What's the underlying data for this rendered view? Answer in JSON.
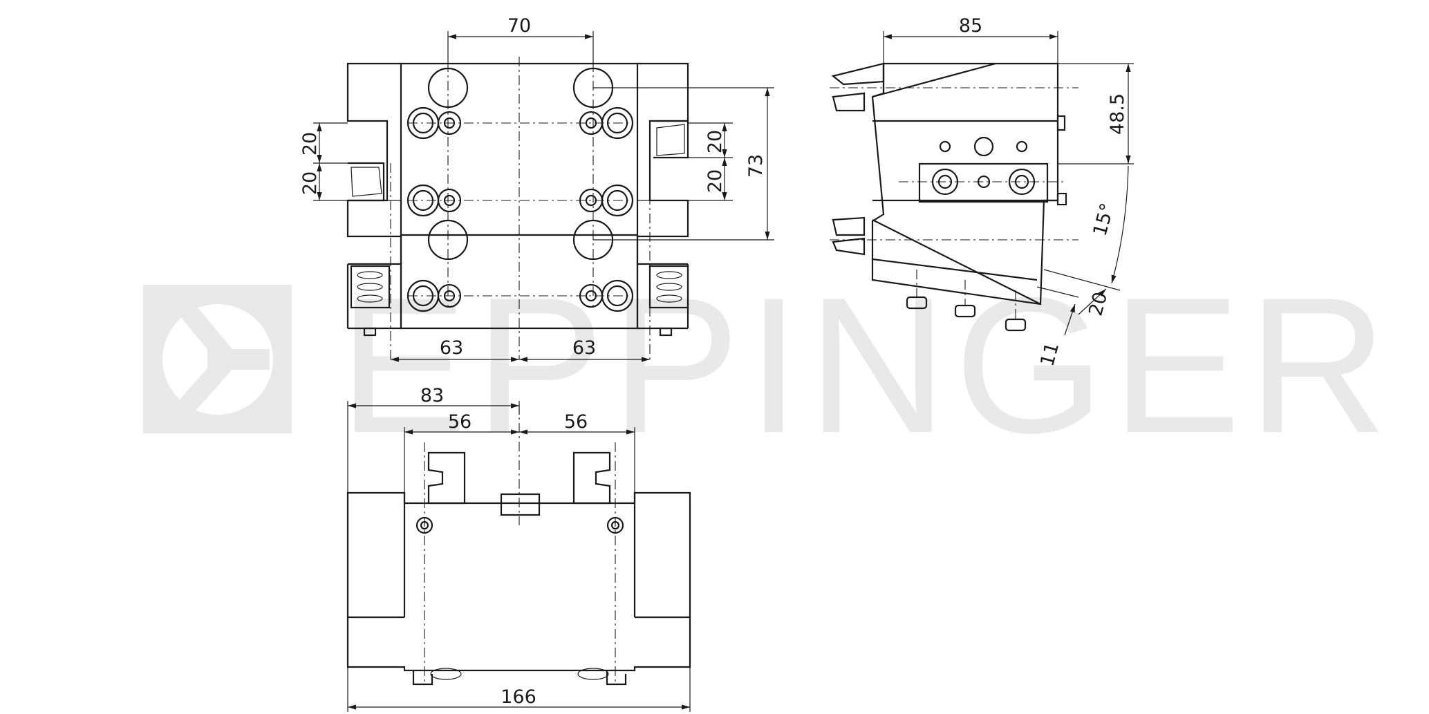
{
  "watermark": {
    "brand": "EPPINGER",
    "color": "#e9e9e9"
  },
  "dimensions": {
    "front_top_width": "70",
    "front_right_height": "73",
    "front_left_upper": "20",
    "front_left_lower": "20",
    "front_right_upper": "20",
    "front_right_lower": "20",
    "front_bottom_left": "63",
    "front_bottom_right": "63",
    "side_top_width": "85",
    "side_right_height": "48.5",
    "side_angle": "15°",
    "side_offset_20": "20",
    "side_offset_11": "11",
    "bottom_left_83": "83",
    "bottom_left_56": "56",
    "bottom_right_56": "56",
    "bottom_total": "166"
  }
}
